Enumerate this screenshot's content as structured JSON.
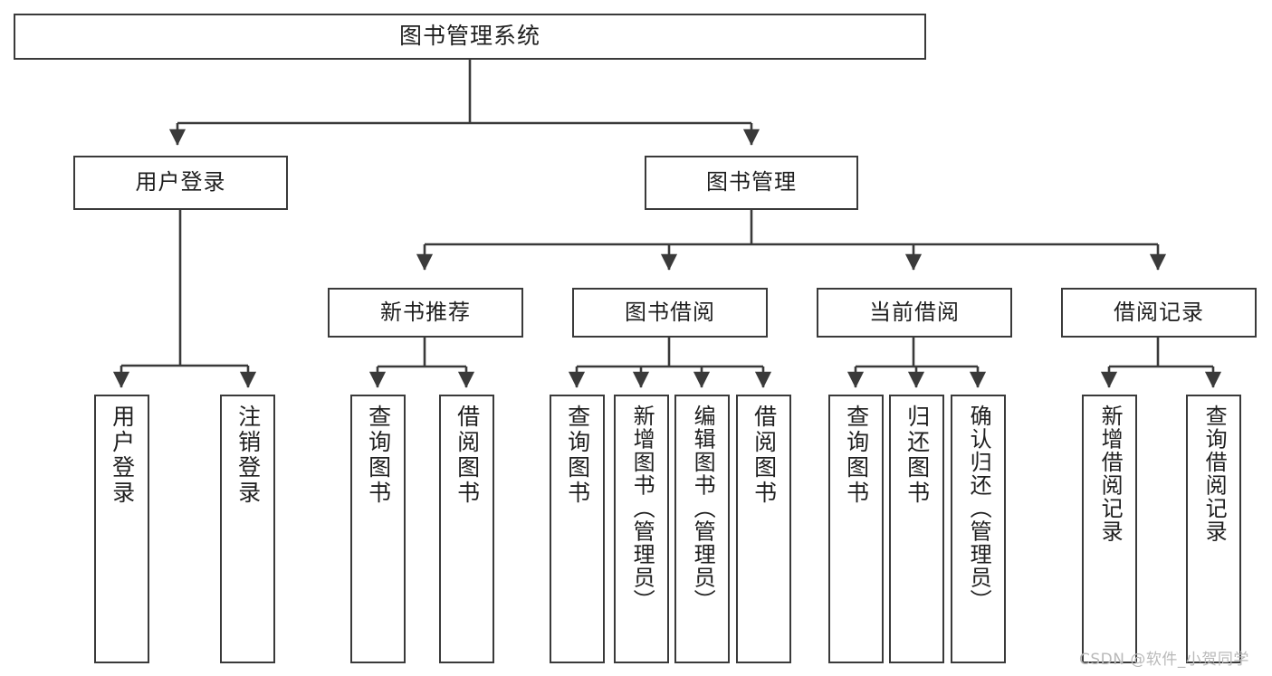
{
  "meta": {
    "title": "图书管理系统",
    "watermark": "CSDN @软件_小贺同学",
    "colors": {
      "background": "#ffffff",
      "border": "#3a3a3a",
      "connector": "#3a3a3a",
      "text": "#1f1f1f",
      "watermark": "#b9b9b9"
    }
  },
  "chart_data": {
    "type": "diagram",
    "diagram_kind": "tree",
    "orientation": "top-down",
    "title": "图书管理系统",
    "levels": 4,
    "nodes": [
      {
        "id": "root",
        "label": "图书管理系统",
        "level": 0,
        "parent": null,
        "text_orientation": "horizontal"
      },
      {
        "id": "login",
        "label": "用户登录",
        "level": 1,
        "parent": "root",
        "text_orientation": "horizontal"
      },
      {
        "id": "bookmgmt",
        "label": "图书管理",
        "level": 1,
        "parent": "root",
        "text_orientation": "horizontal"
      },
      {
        "id": "newbook",
        "label": "新书推荐",
        "level": 2,
        "parent": "bookmgmt",
        "text_orientation": "horizontal"
      },
      {
        "id": "borrow",
        "label": "图书借阅",
        "level": 2,
        "parent": "bookmgmt",
        "text_orientation": "horizontal"
      },
      {
        "id": "current",
        "label": "当前借阅",
        "level": 2,
        "parent": "bookmgmt",
        "text_orientation": "horizontal"
      },
      {
        "id": "record",
        "label": "借阅记录",
        "level": 2,
        "parent": "bookmgmt",
        "text_orientation": "horizontal"
      },
      {
        "id": "login-1",
        "label": "用户登录",
        "level": 2,
        "parent": "login",
        "text_orientation": "vertical"
      },
      {
        "id": "login-2",
        "label": "注销登录",
        "level": 2,
        "parent": "login",
        "text_orientation": "vertical"
      },
      {
        "id": "newbook-1",
        "label": "查询图书",
        "level": 3,
        "parent": "newbook",
        "text_orientation": "vertical"
      },
      {
        "id": "newbook-2",
        "label": "借阅图书",
        "level": 3,
        "parent": "newbook",
        "text_orientation": "vertical"
      },
      {
        "id": "borrow-1",
        "label": "查询图书",
        "level": 3,
        "parent": "borrow",
        "text_orientation": "vertical"
      },
      {
        "id": "borrow-2",
        "label": "新增图书（管理员）",
        "level": 3,
        "parent": "borrow",
        "text_orientation": "vertical"
      },
      {
        "id": "borrow-3",
        "label": "编辑图书（管理员）",
        "level": 3,
        "parent": "borrow",
        "text_orientation": "vertical"
      },
      {
        "id": "borrow-4",
        "label": "借阅图书",
        "level": 3,
        "parent": "borrow",
        "text_orientation": "vertical"
      },
      {
        "id": "current-1",
        "label": "查询图书",
        "level": 3,
        "parent": "current",
        "text_orientation": "vertical"
      },
      {
        "id": "current-2",
        "label": "归还图书",
        "level": 3,
        "parent": "current",
        "text_orientation": "vertical"
      },
      {
        "id": "current-3",
        "label": "确认归还（管理员）",
        "level": 3,
        "parent": "current",
        "text_orientation": "vertical"
      },
      {
        "id": "record-1",
        "label": "新增借阅记录",
        "level": 3,
        "parent": "record",
        "text_orientation": "vertical"
      },
      {
        "id": "record-2",
        "label": "查询借阅记录",
        "level": 3,
        "parent": "record",
        "text_orientation": "vertical"
      }
    ],
    "edges": [
      {
        "from": "root",
        "to": "login"
      },
      {
        "from": "root",
        "to": "bookmgmt"
      },
      {
        "from": "login",
        "to": "login-1"
      },
      {
        "from": "login",
        "to": "login-2"
      },
      {
        "from": "bookmgmt",
        "to": "newbook"
      },
      {
        "from": "bookmgmt",
        "to": "borrow"
      },
      {
        "from": "bookmgmt",
        "to": "current"
      },
      {
        "from": "bookmgmt",
        "to": "record"
      },
      {
        "from": "newbook",
        "to": "newbook-1"
      },
      {
        "from": "newbook",
        "to": "newbook-2"
      },
      {
        "from": "borrow",
        "to": "borrow-1"
      },
      {
        "from": "borrow",
        "to": "borrow-2"
      },
      {
        "from": "borrow",
        "to": "borrow-3"
      },
      {
        "from": "borrow",
        "to": "borrow-4"
      },
      {
        "from": "current",
        "to": "current-1"
      },
      {
        "from": "current",
        "to": "current-2"
      },
      {
        "from": "current",
        "to": "current-3"
      },
      {
        "from": "record",
        "to": "record-1"
      },
      {
        "from": "record",
        "to": "record-2"
      }
    ]
  }
}
